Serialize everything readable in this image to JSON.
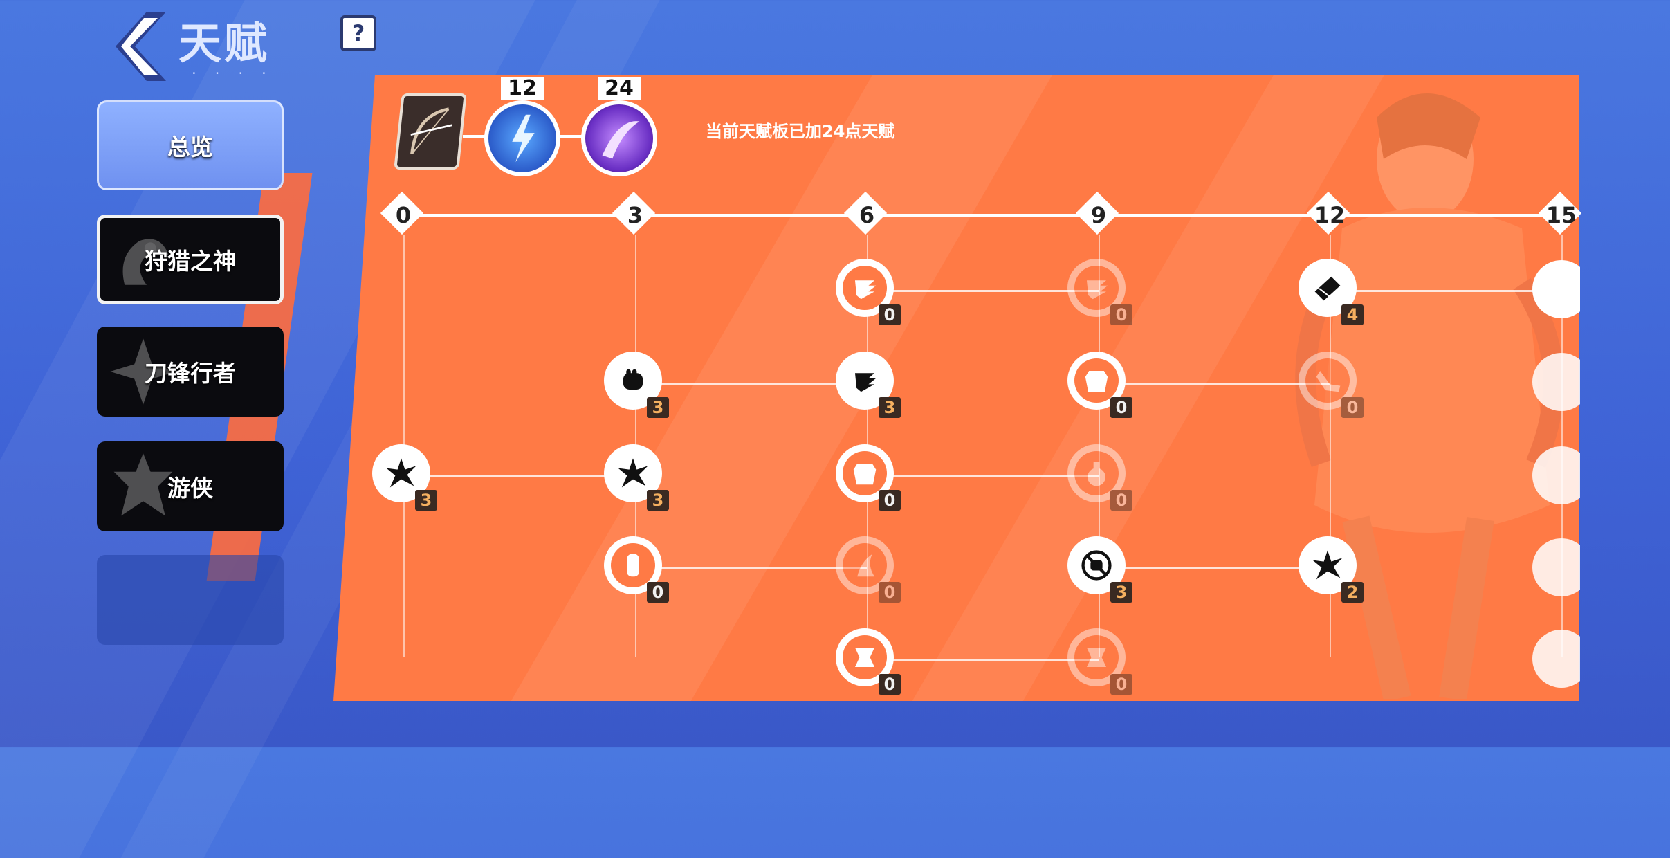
{
  "header": {
    "title": "天赋",
    "help_label": "?",
    "dots": "·  ·  ·  ·"
  },
  "sidebar": {
    "tabs": [
      {
        "label": "总览"
      },
      {
        "label": "狩猎之神"
      },
      {
        "label": "刀锋行者"
      },
      {
        "label": "游侠"
      },
      {
        "label": ""
      }
    ]
  },
  "panel": {
    "bonus_badges": [
      "12",
      "24"
    ],
    "status_text": "当前天赋板已加24点天赋",
    "tiers": [
      "0",
      "3",
      "6",
      "9",
      "12",
      "15"
    ],
    "nodes": [
      {
        "id": "n00",
        "level": "3"
      },
      {
        "id": "n30",
        "level": "3"
      },
      {
        "id": "n31",
        "level": "3"
      },
      {
        "id": "n32",
        "level": "0"
      },
      {
        "id": "n60",
        "level": "0"
      },
      {
        "id": "n61",
        "level": "3"
      },
      {
        "id": "n62",
        "level": "0"
      },
      {
        "id": "n63",
        "level": "0"
      },
      {
        "id": "n64",
        "level": "0"
      },
      {
        "id": "n90",
        "level": "0"
      },
      {
        "id": "n91",
        "level": "0"
      },
      {
        "id": "n92",
        "level": "0"
      },
      {
        "id": "n93",
        "level": "3"
      },
      {
        "id": "n94",
        "level": "0"
      },
      {
        "id": "n120",
        "level": "4"
      },
      {
        "id": "n121",
        "level": "0"
      },
      {
        "id": "n122",
        "level": "2"
      }
    ]
  },
  "colors": {
    "panel": "#ff7a45",
    "background": "#4a78e0",
    "level_text": "#f5b060"
  }
}
